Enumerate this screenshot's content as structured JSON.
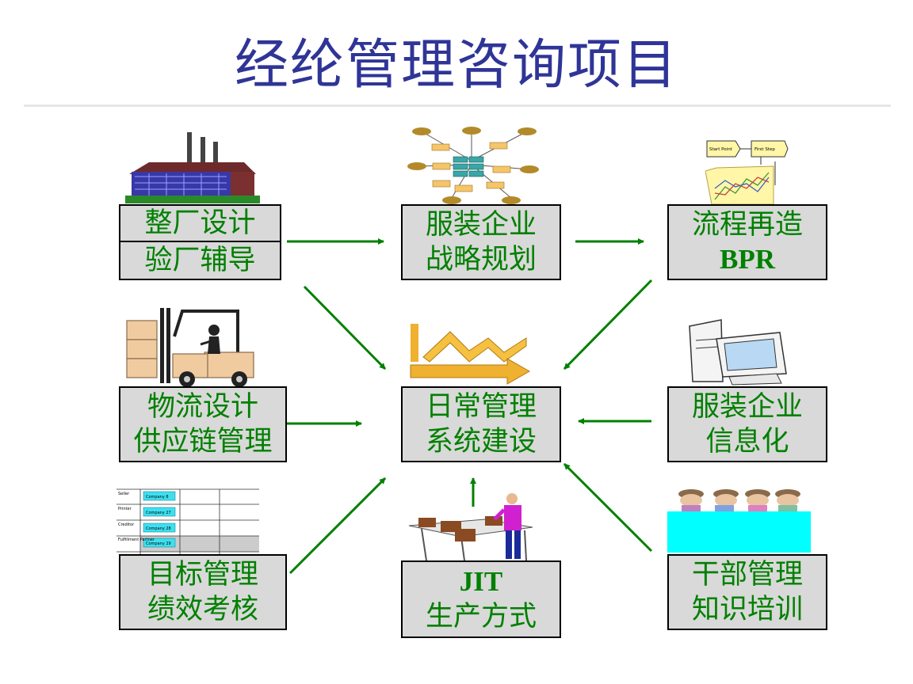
{
  "title": "经纶管理咨询项目",
  "boxes": {
    "factory": {
      "line1": "整厂设计",
      "line2": "验厂辅导"
    },
    "strategy": {
      "line1": "服装企业",
      "line2": "战略规划"
    },
    "bpr": {
      "line1": "流程再造",
      "line2": "BPR"
    },
    "logistics": {
      "line1": "物流设计",
      "line2": "供应链管理"
    },
    "daily": {
      "line1": "日常管理",
      "line2": "系统建设"
    },
    "it": {
      "line1": "服装企业",
      "line2": "信息化"
    },
    "target": {
      "line1": "目标管理",
      "line2": "绩效考核"
    },
    "jit": {
      "line1": "JIT",
      "line2": "生产方式"
    },
    "cadre": {
      "line1": "干部管理",
      "line2": "知识培训"
    }
  },
  "clipart": {
    "flowchart_labels": [
      "Start Point",
      "First Step"
    ],
    "table_rows": [
      {
        "label": "Seller",
        "company": "Company 8"
      },
      {
        "label": "Printer",
        "company": "Company 27"
      },
      {
        "label": "Creditor",
        "company": "Company 28"
      },
      {
        "label": "Fulfillment Partner",
        "company": "Company 29"
      }
    ]
  },
  "colors": {
    "title": "#2f3597",
    "box_text": "#008000",
    "box_fill": "#d9d9d9",
    "arrow": "#008000"
  }
}
